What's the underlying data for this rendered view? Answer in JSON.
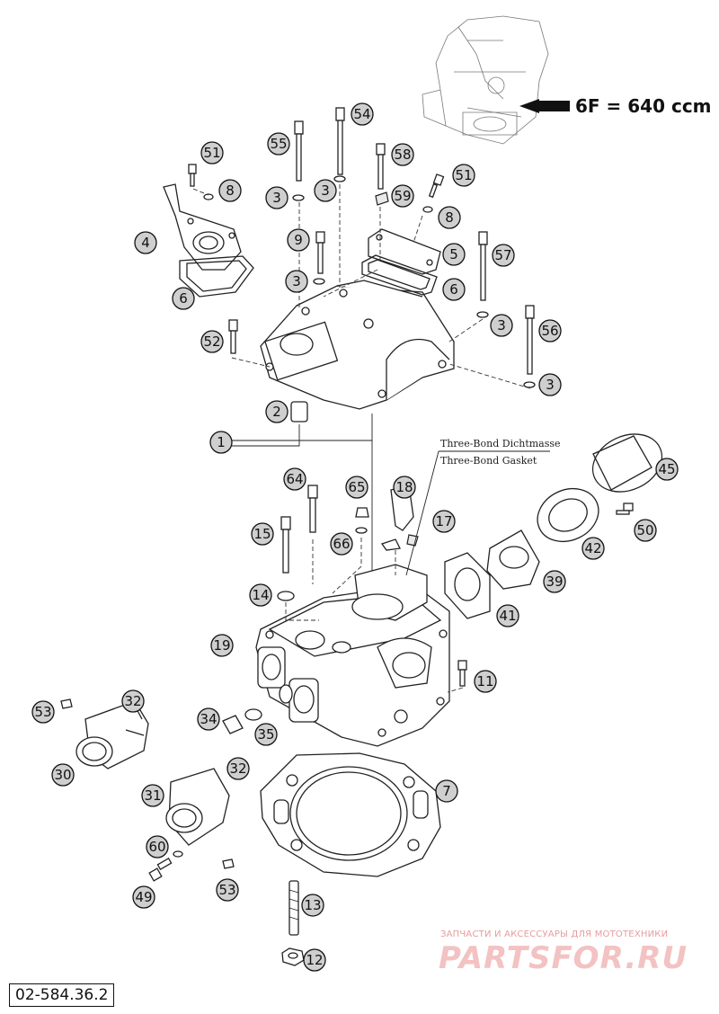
{
  "inset": {
    "label": "6F = 640 ccm"
  },
  "notes": {
    "sealant_de": "Three-Bond Dichtmasse",
    "sealant_en": "Three-Bond Gasket"
  },
  "callouts": [
    "1",
    "2",
    "3",
    "3",
    "3",
    "3",
    "3",
    "3",
    "4",
    "5",
    "6",
    "6",
    "7",
    "8",
    "8",
    "9",
    "11",
    "12",
    "13",
    "14",
    "15",
    "18",
    "17",
    "19",
    "30",
    "31",
    "32",
    "32",
    "34",
    "35",
    "39",
    "41",
    "42",
    "45",
    "49",
    "50",
    "51",
    "51",
    "52",
    "53",
    "53",
    "54",
    "55",
    "56",
    "57",
    "58",
    "59",
    "60",
    "64",
    "65",
    "66"
  ],
  "drawing_code": "02-584.36.2",
  "watermark": {
    "tagline": "ЗАПЧАСТИ И АКСЕССУАРЫ ДЛЯ МОТОТЕХНИКИ",
    "logo": "PARTSFOR.RU"
  }
}
